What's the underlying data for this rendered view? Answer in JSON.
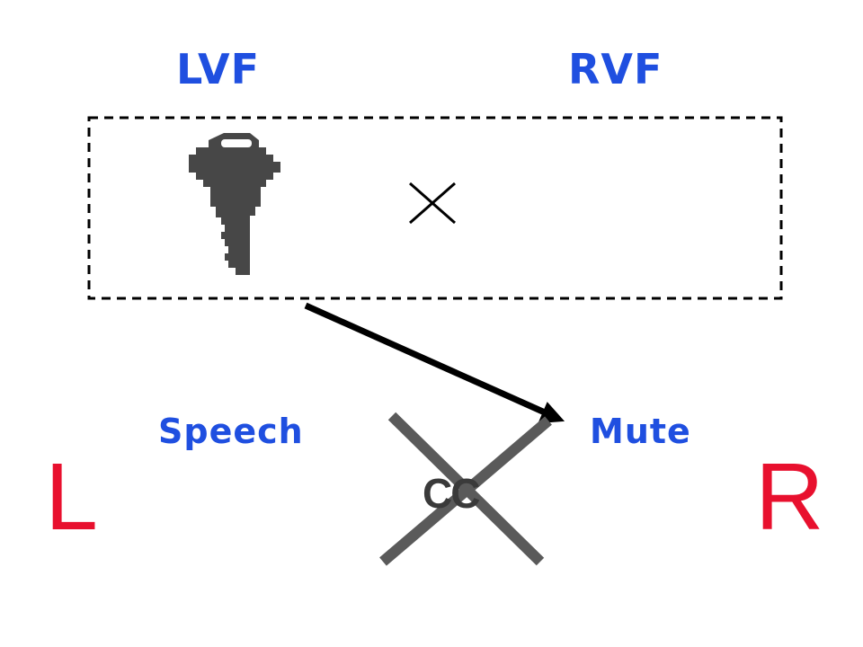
{
  "visual_fields": {
    "left": "LVF",
    "right": "RVF"
  },
  "hemispheres": {
    "left": {
      "letter": "L",
      "function": "Speech"
    },
    "right": {
      "letter": "R",
      "function": "Mute"
    }
  },
  "corpus_callosum": {
    "label": "CC",
    "state": "severed"
  },
  "stimulus": {
    "object": "key-icon",
    "field": "LVF"
  },
  "fixation": {
    "symbol": "×"
  },
  "colors": {
    "field_labels": "#1f4fe0",
    "hemisphere_letters": "#e8102e",
    "ink": "#000000",
    "key": "#474747",
    "cc_cross": "#5a5a5a",
    "cc_text": "#3a3a3a"
  }
}
